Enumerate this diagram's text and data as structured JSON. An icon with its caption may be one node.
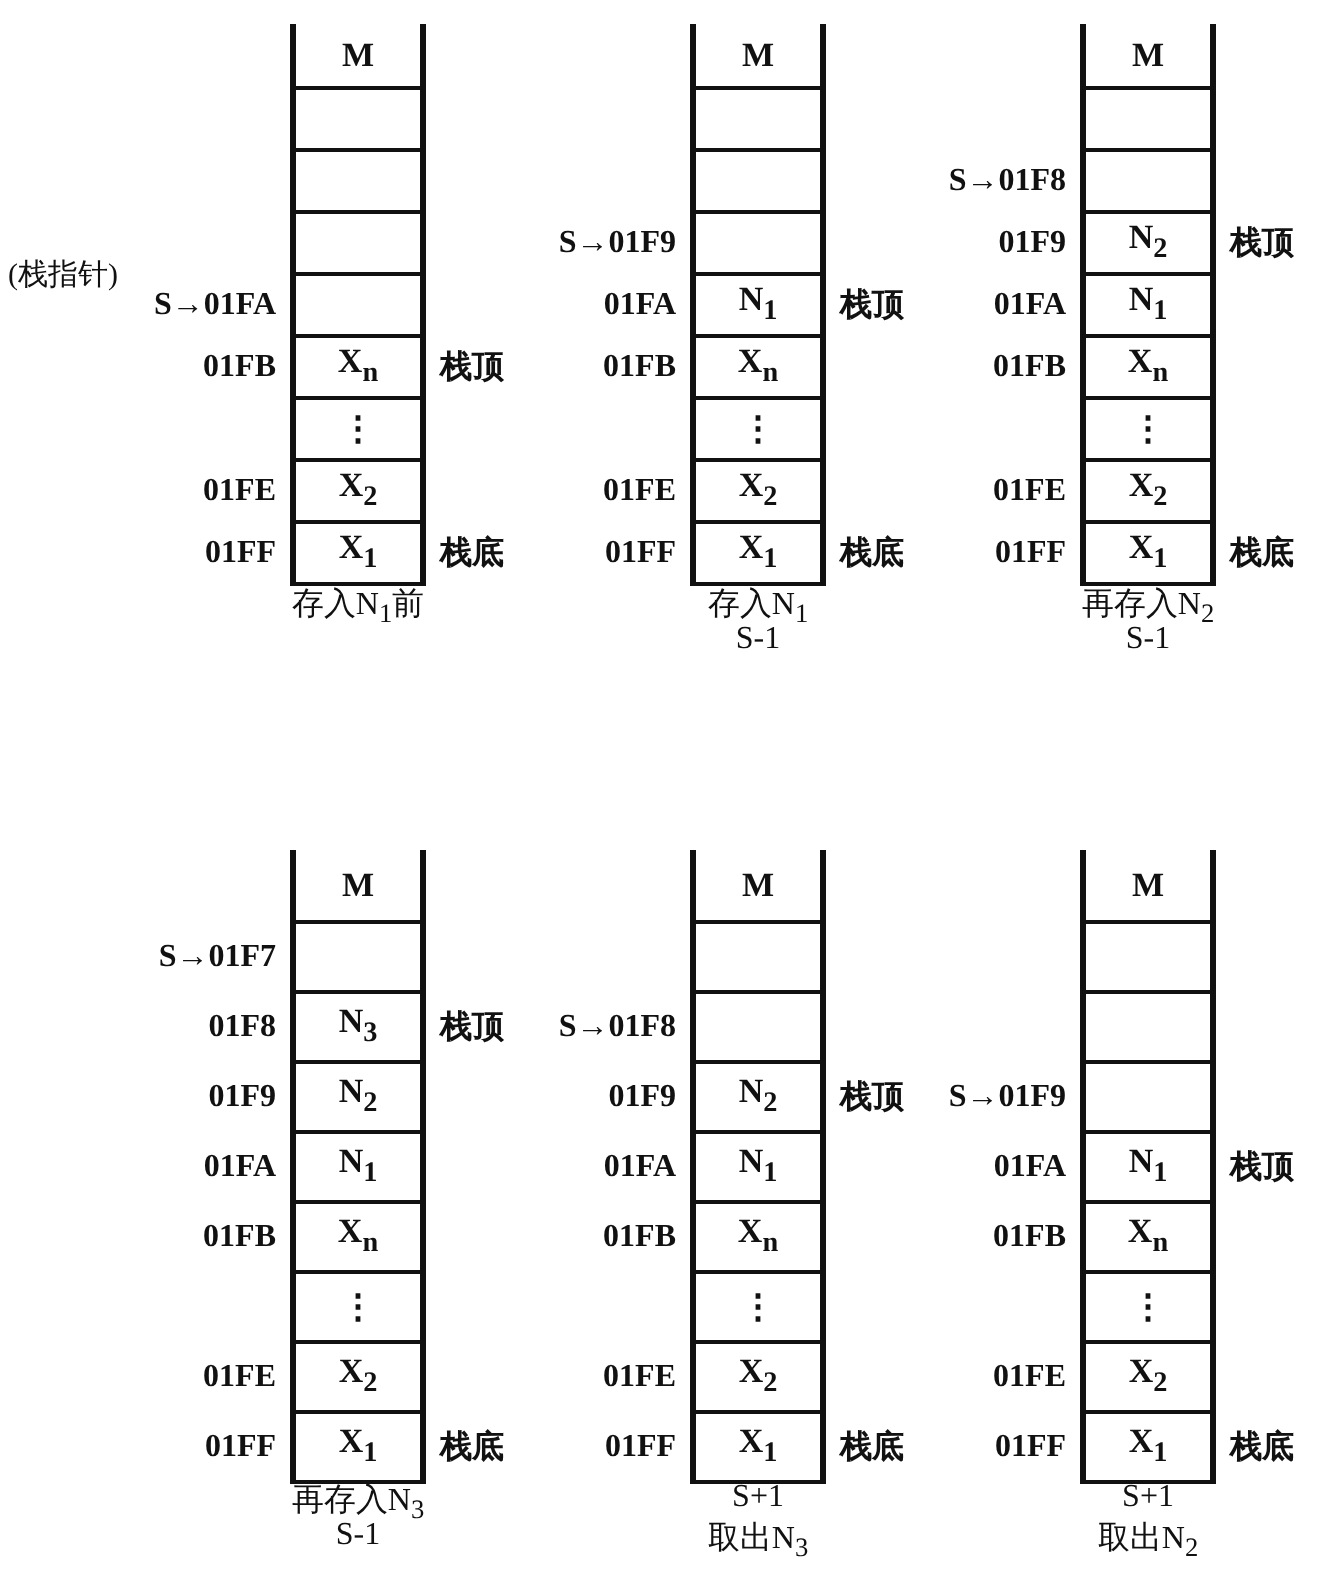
{
  "diagram": {
    "nodes": [
      {
        "text": [],
        "shape": "box"
      },
      {
        "text": [
          "M"
        ],
        "in": 0
      },
      {
        "text": [],
        "shape": "box",
        "in": 0
      },
      {
        "text": [],
        "shape": "box",
        "in": 0
      },
      {
        "text": [],
        "shape": "box",
        "in": 0
      },
      {
        "text": [],
        "shape": "box",
        "in": 0,
        "beside": [
          "S→01FA"
        ]
      },
      {
        "text": [
          "X$_{n}$"
        ],
        "in": 0,
        "beside": [
          "01FB",
          "栈顶"
        ]
      },
      {
        "text": [
          "⋮"
        ],
        "in": 0
      },
      {
        "text": [
          "X$_{2}$"
        ],
        "in": 0,
        "beside": [
          "01FE"
        ]
      },
      {
        "text": [
          "X$_{1}$"
        ],
        "in": 0,
        "beside": [
          "01FF",
          "栈底"
        ]
      },
      {
        "text": [],
        "shape": "box"
      },
      {
        "text": [
          "M"
        ],
        "in": 10
      },
      {
        "text": [],
        "shape": "box",
        "in": 10
      },
      {
        "text": [],
        "shape": "box",
        "in": 10
      },
      {
        "text": [],
        "shape": "box",
        "in": 10,
        "beside": [
          "S→01F9"
        ]
      },
      {
        "text": [
          "N$_{1}$"
        ],
        "in": 10,
        "beside": [
          "01FA",
          "栈顶"
        ]
      },
      {
        "text": [
          "X$_{n}$"
        ],
        "in": 10,
        "beside": [
          "01FB"
        ]
      },
      {
        "text": [
          "⋮"
        ],
        "in": 10
      },
      {
        "text": [
          "X$_{2}$"
        ],
        "in": 10,
        "beside": [
          "01FE"
        ]
      },
      {
        "text": [
          "X$_{1}$"
        ],
        "in": 10,
        "beside": [
          "01FF",
          "栈底"
        ]
      },
      {
        "text": [],
        "shape": "box"
      },
      {
        "text": [
          "M"
        ],
        "in": 20
      },
      {
        "text": [],
        "shape": "box",
        "in": 20
      },
      {
        "text": [],
        "shape": "box",
        "in": 20,
        "beside": [
          "S→01F8"
        ]
      },
      {
        "text": [
          "N$_{2}$"
        ],
        "in": 20,
        "beside": [
          "01F9",
          "栈顶"
        ]
      },
      {
        "text": [
          "N$_{1}$"
        ],
        "in": 20,
        "beside": [
          "01FA"
        ]
      },
      {
        "text": [
          "X$_{n}$"
        ],
        "in": 20,
        "beside": [
          "01FB"
        ]
      },
      {
        "text": [
          "⋮"
        ],
        "in": 20
      },
      {
        "text": [
          "X$_{2}$"
        ],
        "in": 20,
        "beside": [
          "01FE"
        ]
      },
      {
        "text": [
          "X$_{1}$"
        ],
        "in": 20,
        "beside": [
          "01FF",
          "栈底"
        ]
      },
      {
        "text": [],
        "shape": "box"
      },
      {
        "text": [
          "M"
        ],
        "in": 30
      },
      {
        "text": [],
        "shape": "box",
        "in": 30,
        "beside": [
          "S→01F7"
        ]
      },
      {
        "text": [
          "N$_{3}$"
        ],
        "in": 30,
        "beside": [
          "01F8",
          "栈顶"
        ]
      },
      {
        "text": [
          "N$_{2}$"
        ],
        "in": 30,
        "beside": [
          "01F9"
        ]
      },
      {
        "text": [
          "N$_{1}$"
        ],
        "in": 30,
        "beside": [
          "01FA"
        ]
      },
      {
        "text": [
          "X$_{n}$"
        ],
        "in": 30,
        "beside": [
          "01FB"
        ]
      },
      {
        "text": [
          "⋮"
        ],
        "in": 30
      },
      {
        "text": [
          "X$_{2}$"
        ],
        "in": 30,
        "beside": [
          "01FE"
        ]
      },
      {
        "text": [
          "X$_{1}$"
        ],
        "in": 30,
        "beside": [
          "01FF",
          "栈底"
        ]
      },
      {
        "text": [],
        "shape": "box"
      },
      {
        "text": [
          "M"
        ],
        "in": 40
      },
      {
        "text": [],
        "shape": "box",
        "in": 40
      },
      {
        "text": [],
        "shape": "box",
        "in": 40,
        "beside": [
          "S→01F8"
        ]
      },
      {
        "text": [
          "N$_{2}$"
        ],
        "in": 40,
        "beside": [
          "01F9",
          "栈顶"
        ]
      },
      {
        "text": [
          "N$_{1}$"
        ],
        "in": 40,
        "beside": [
          "01FA"
        ]
      },
      {
        "text": [
          "X$_{n}$"
        ],
        "in": 40,
        "beside": [
          "01FB"
        ]
      },
      {
        "text": [
          "⋮"
        ],
        "in": 40
      },
      {
        "text": [
          "X$_{2}$"
        ],
        "in": 40,
        "beside": [
          "01FE"
        ]
      },
      {
        "text": [
          "X$_{1}$"
        ],
        "in": 40,
        "beside": [
          "01FF",
          "栈底"
        ]
      },
      {
        "text": [],
        "shape": "box"
      },
      {
        "text": [
          "M"
        ],
        "in": 50
      },
      {
        "text": [],
        "shape": "box",
        "in": 50
      },
      {
        "text": [],
        "shape": "box",
        "in": 50
      },
      {
        "text": [],
        "shape": "box",
        "in": 50,
        "beside": [
          "S→01F9"
        ]
      },
      {
        "text": [
          "N$_{1}$"
        ],
        "in": 50,
        "beside": [
          "01FA",
          "栈顶"
        ]
      },
      {
        "text": [
          "X$_{n}$"
        ],
        "in": 50,
        "beside": [
          "01FB"
        ]
      },
      {
        "text": [
          "⋮"
        ],
        "in": 50
      },
      {
        "text": [
          "X$_{2}$"
        ],
        "in": 50,
        "beside": [
          "01FE"
        ]
      },
      {
        "text": [
          "X$_{1}$"
        ],
        "in": 50,
        "beside": [
          "01FF",
          "栈底"
        ]
      }
    ],
    "labels": [
      "(栈指针)",
      "存入N$_{1}$前",
      "存入N$_{1}$",
      "S-1",
      "再存入N$_{2}$",
      "S-1",
      "再存入N$_{3}$",
      "S-1",
      "S+1",
      "取出N$_{3}$",
      "S+1",
      "取出N$_{2}$"
    ]
  }
}
